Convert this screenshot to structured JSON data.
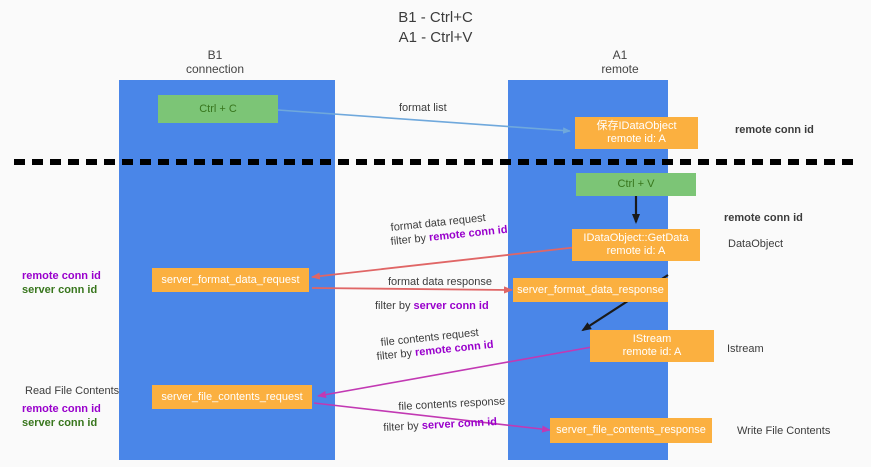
{
  "title": {
    "line1": "B1 - Ctrl+C",
    "line2": "A1 - Ctrl+V"
  },
  "columns": [
    {
      "name": "B1",
      "role": "connection"
    },
    {
      "name": "A1",
      "role": "remote"
    }
  ],
  "colors": {
    "lane": "#4a86e8",
    "green_box": "#7cc576",
    "orange_box": "#fbb040",
    "remote_conn_id": "#9900cc",
    "server_conn_id": "#38761d",
    "arrow_format": "#e06666",
    "arrow_file": "#c239b3",
    "arrow_formatlist": "#6fa8dc",
    "divider": "#000000"
  },
  "boxes": {
    "ctrl_c": {
      "line1": "Ctrl + C"
    },
    "ctrl_v": {
      "line1": "Ctrl + V"
    },
    "save_idataobject": {
      "line1": "保存IDataObject",
      "line2": "remote id: A"
    },
    "getdata": {
      "line1": "IDataObject::GetData",
      "line2": "remote id: A"
    },
    "istream": {
      "line1": "IStream",
      "line2": "remote id: A"
    },
    "server_format_data_request": {
      "line1": "server_format_data_request"
    },
    "server_format_data_response": {
      "line1": "server_format_data_response"
    },
    "server_file_contents_request": {
      "line1": "server_file_contents_request"
    },
    "server_file_contents_response": {
      "line1": "server_file_contents_response"
    }
  },
  "edge_labels": {
    "format_list": "format list",
    "format_data_request": "format data request",
    "format_data_request_filter_prefix": "filter by ",
    "format_data_request_filter_key": "remote conn id",
    "format_data_response": "format data response",
    "format_data_response_filter_prefix": "filter by ",
    "format_data_response_filter_key": "server conn id",
    "file_contents_request": "file contents request",
    "file_contents_request_filter_prefix": "filter by ",
    "file_contents_request_filter_key": "remote conn id",
    "file_contents_response": "file contents response",
    "file_contents_response_filter_prefix": "filter by ",
    "file_contents_response_filter_key": "server conn id"
  },
  "annotations": {
    "right_remote_conn_id_top": "remote conn id",
    "right_remote_conn_id_mid": "remote conn id",
    "right_dataobject": "DataObject",
    "right_istream": "Istream",
    "right_write_file_contents": "Write File Contents",
    "left_remote_conn_id": "remote conn id",
    "left_server_conn_id": "server conn id",
    "left_read_file_contents": "Read File Contents",
    "left_remote_conn_id_2": "remote conn id",
    "left_server_conn_id_2": "server conn id"
  }
}
